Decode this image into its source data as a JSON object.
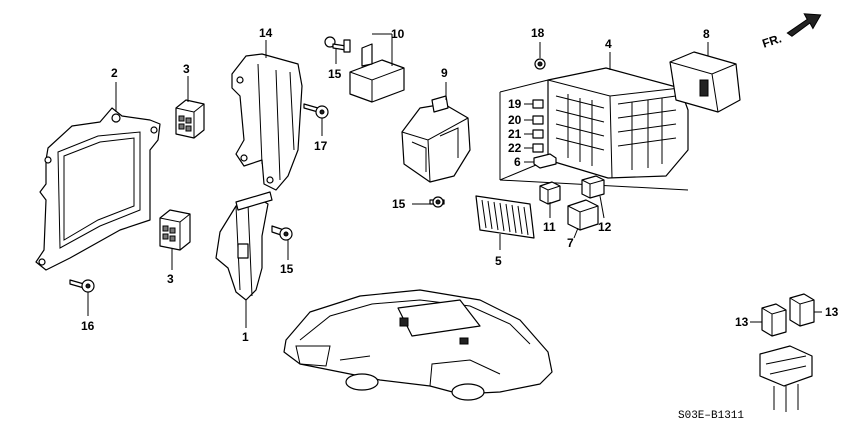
{
  "callouts": {
    "c1": "1",
    "c2": "2",
    "c3a": "3",
    "c3b": "3",
    "c4": "4",
    "c5": "5",
    "c6": "6",
    "c7": "7",
    "c8": "8",
    "c9": "9",
    "c10": "10",
    "c11": "11",
    "c12": "12",
    "c13a": "13",
    "c13b": "13",
    "c14": "14",
    "c15a": "15",
    "c15b": "15",
    "c15c": "15",
    "c16": "16",
    "c17": "17",
    "c18": "18",
    "c19": "19",
    "c20": "20",
    "c21": "21",
    "c22": "22"
  },
  "direction": "FR.",
  "diagram_code": "S03E–B1311"
}
